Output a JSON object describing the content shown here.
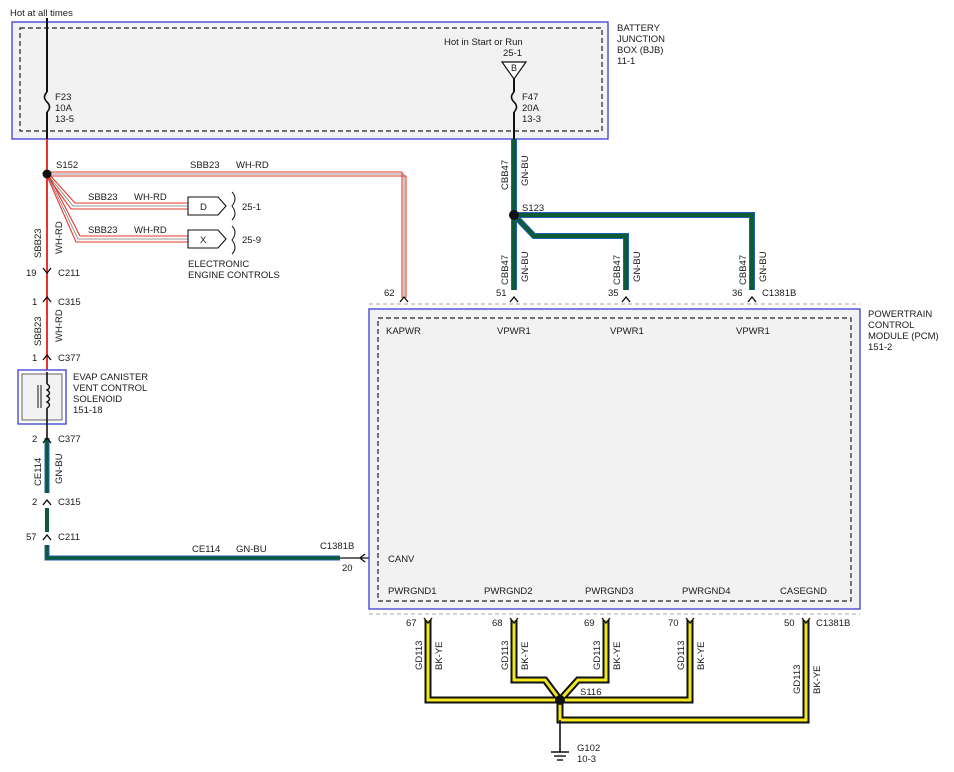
{
  "header": {
    "hot_at_all_times": "Hot at all times"
  },
  "bjb": {
    "name_lines": [
      "BATTERY",
      "JUNCTION",
      "BOX (BJB)",
      "11-1"
    ],
    "hot_label": "Hot in Start or Run",
    "hot_ref": "25-1",
    "hot_letter": "B",
    "fuse_f23": [
      "F23",
      "10A",
      "13-5"
    ],
    "fuse_f47": [
      "F47",
      "20A",
      "13-3"
    ]
  },
  "splices": {
    "s152": "S152",
    "s123": "S123",
    "s116": "S116"
  },
  "wires": {
    "sbb23": "SBB23",
    "wh_rd": "WH-RD",
    "cbb47": "CBB47",
    "gn_bu": "GN-BU",
    "ce114": "CE114",
    "gd113": "GD113",
    "bk_ye": "BK-YE"
  },
  "eec": {
    "conn_d": "D",
    "conn_x": "X",
    "ref_d": "25-1",
    "ref_x": "25-9",
    "label_lines": [
      "ELECTRONIC",
      "ENGINE CONTROLS"
    ]
  },
  "connectors": {
    "c211": "C211",
    "c315": "C315",
    "c377": "C377",
    "c1381b": "C1381B",
    "pin_19": "19",
    "pin_1": "1",
    "pin_2": "2",
    "pin_57": "57",
    "pin_20": "20",
    "pin_62": "62",
    "pin_51": "51",
    "pin_35": "35",
    "pin_36": "36",
    "pin_67": "67",
    "pin_68": "68",
    "pin_69": "69",
    "pin_70": "70",
    "pin_50": "50"
  },
  "evap": {
    "label_lines": [
      "EVAP CANISTER",
      "VENT CONTROL",
      "SOLENOID",
      "151-18"
    ]
  },
  "pcm": {
    "name_lines": [
      "POWERTRAIN",
      "CONTROL",
      "MODULE (PCM)",
      "151-2"
    ],
    "pins_top": [
      "KAPWR",
      "VPWR1",
      "VPWR1",
      "VPWR1"
    ],
    "canv": "CANV",
    "pins_bottom": [
      "PWRGND1",
      "PWRGND2",
      "PWRGND3",
      "PWRGND4",
      "CASEGND"
    ]
  },
  "ground": {
    "name": "G102",
    "ref": "10-3"
  },
  "colors": {
    "red": "#e8352b",
    "green": "#0d5a34",
    "blue": "#1f5fb5",
    "yellow": "#f2e81e",
    "box_border": "#3b3bd6",
    "box_fill": "#f2f2f2"
  }
}
